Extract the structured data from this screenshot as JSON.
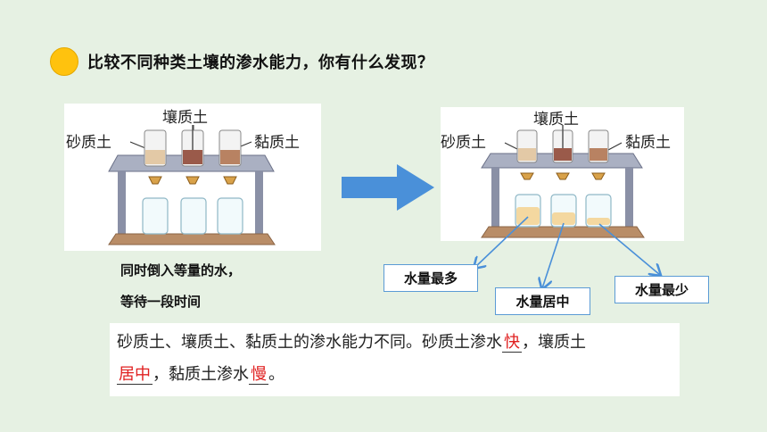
{
  "question": "比较不同种类土壤的渗水能力，你有什么发现？",
  "left_panel": {
    "label_top": "壤质土",
    "label_left": "砂质土",
    "label_right": "黏质土"
  },
  "right_panel": {
    "label_top": "壤质土",
    "label_left": "砂质土",
    "label_right": "黏质土"
  },
  "instructions": [
    "同时倒入等量的水，",
    "等待一段时间"
  ],
  "callouts": {
    "most": "水量最多",
    "middle": "水量居中",
    "least": "水量最少"
  },
  "conclusion": {
    "part1": "砂质土、壤质土、黏质土的渗水能力不同。砂质土渗水",
    "fast": "快",
    "part2": "，壤质土",
    "middle": "居中",
    "part3": "，黏质土渗水",
    "slow": "慢",
    "part4": "。"
  },
  "colors": {
    "background": "#e6f1e3",
    "dot": "#ffc20e",
    "arrow": "#4a90d9",
    "callout_border": "#5b9bd5",
    "highlight": "#e02020"
  }
}
